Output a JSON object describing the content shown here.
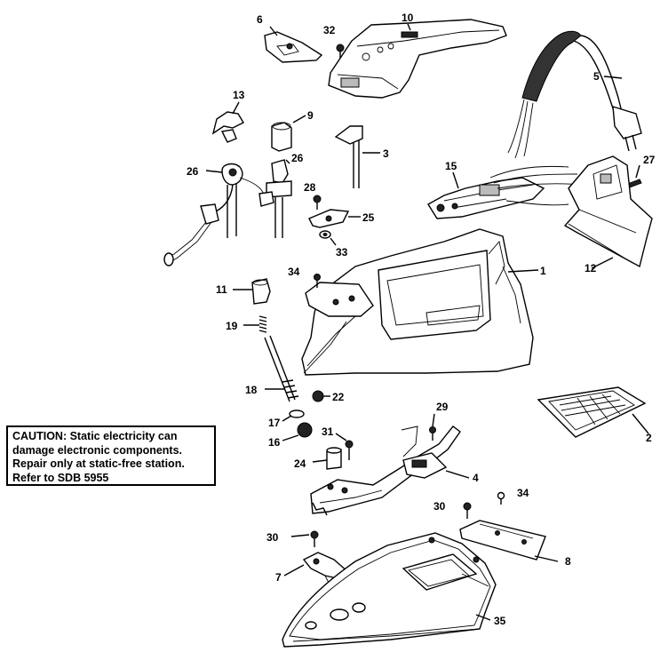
{
  "callouts": [
    {
      "id": "c6",
      "text": "6"
    },
    {
      "id": "c32",
      "text": "32"
    },
    {
      "id": "c10",
      "text": "10"
    },
    {
      "id": "c5",
      "text": "5"
    },
    {
      "id": "c13",
      "text": "13"
    },
    {
      "id": "c9",
      "text": "9"
    },
    {
      "id": "c3",
      "text": "3"
    },
    {
      "id": "c26a",
      "text": "26"
    },
    {
      "id": "c26b",
      "text": "26"
    },
    {
      "id": "c15",
      "text": "15"
    },
    {
      "id": "c27",
      "text": "27"
    },
    {
      "id": "c28",
      "text": "28"
    },
    {
      "id": "c25",
      "text": "25"
    },
    {
      "id": "c33",
      "text": "33"
    },
    {
      "id": "c12",
      "text": "12"
    },
    {
      "id": "c34a",
      "text": "34"
    },
    {
      "id": "c1",
      "text": "1"
    },
    {
      "id": "c11",
      "text": "11"
    },
    {
      "id": "c19",
      "text": "19"
    },
    {
      "id": "c18",
      "text": "18"
    },
    {
      "id": "c22",
      "text": "22"
    },
    {
      "id": "c2",
      "text": "2"
    },
    {
      "id": "c17",
      "text": "17"
    },
    {
      "id": "c16",
      "text": "16"
    },
    {
      "id": "c29",
      "text": "29"
    },
    {
      "id": "c31",
      "text": "31"
    },
    {
      "id": "c24",
      "text": "24"
    },
    {
      "id": "c4",
      "text": "4"
    },
    {
      "id": "c30a",
      "text": "30"
    },
    {
      "id": "c34b",
      "text": "34"
    },
    {
      "id": "c30b",
      "text": "30"
    },
    {
      "id": "c8",
      "text": "8"
    },
    {
      "id": "c7",
      "text": "7"
    },
    {
      "id": "c35",
      "text": "35"
    }
  ],
  "caution": {
    "heading": "CAUTION:",
    "line1_rest": " Static electricity can",
    "line2": "damage electronic components.",
    "line3": "Repair only at static-free station.",
    "line4": "Refer to SDB 5955"
  }
}
